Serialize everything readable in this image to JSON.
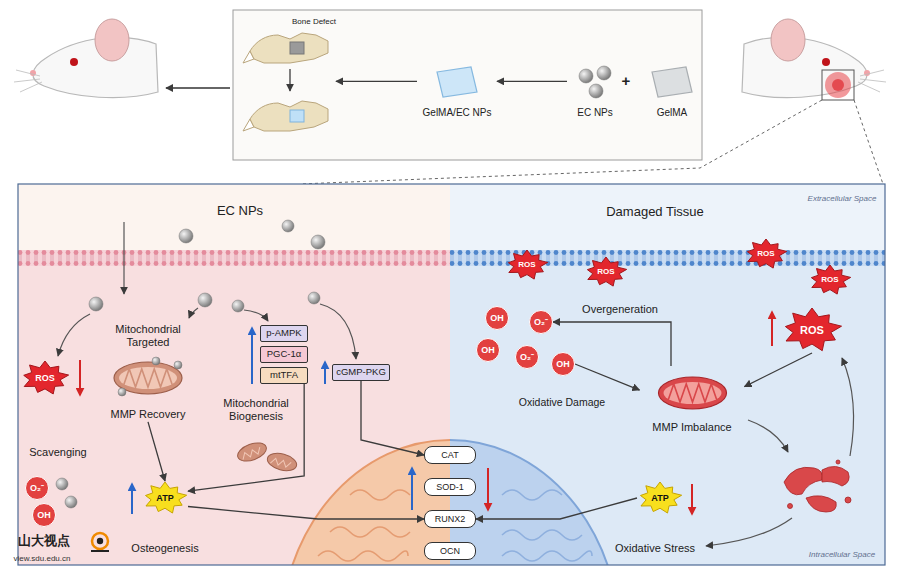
{
  "diagram": {
    "nodes": [
      {
        "text": [
          "GelMA"
        ]
      },
      {
        "text": [
          "EC NPs"
        ]
      },
      {
        "text": [
          "GelMA/EC NPs"
        ]
      },
      {
        "text": [
          "Bone Defect"
        ]
      },
      {
        "text": [
          "ROS"
        ]
      },
      {
        "text": [
          "O₂⁻"
        ]
      },
      {
        "text": [
          "OH"
        ]
      },
      {
        "text": [
          "Mitochondrial Targeted",
          "MMP Recovery"
        ]
      },
      {
        "text": [
          "ATP"
        ]
      },
      {
        "text": [
          "p-AMPK"
        ]
      },
      {
        "text": [
          "PGC-1α"
        ]
      },
      {
        "text": [
          "mtTFA"
        ]
      },
      {
        "text": [
          "cGMP-PKG"
        ]
      },
      {
        "text": [
          "CAT"
        ]
      },
      {
        "text": [
          "SOD-1"
        ]
      },
      {
        "text": [
          "RUNX2"
        ]
      },
      {
        "text": [
          "OCN"
        ]
      },
      {
        "text": [
          "ROS"
        ]
      },
      {
        "text": [
          "ROS"
        ]
      },
      {
        "text": [
          "ROS"
        ]
      },
      {
        "text": [
          "ROS"
        ]
      },
      {
        "text": [
          "ROS"
        ]
      },
      {
        "text": [
          "OH"
        ]
      },
      {
        "text": [
          "O₂⁻"
        ]
      },
      {
        "text": [
          "OH"
        ]
      },
      {
        "text": [
          "O₂⁻"
        ]
      },
      {
        "text": [
          "OH"
        ]
      },
      {
        "text": [
          "MMP Imbalance"
        ]
      },
      {
        "text": [
          "ATP"
        ]
      }
    ],
    "edges": [
      {
        "from": 1,
        "to": 2,
        "arrow": "to"
      },
      {
        "from": 2,
        "to": 3,
        "arrow": "to"
      },
      {
        "from": 7,
        "to": 8,
        "arrow": "to"
      },
      {
        "from": 11,
        "to": 8,
        "arrow": "to"
      },
      {
        "from": 12,
        "to": 13,
        "arrow": "to"
      },
      {
        "from": 8,
        "to": 15,
        "arrow": "to"
      },
      {
        "from": 17,
        "to": 27,
        "arrow": "to"
      },
      {
        "from": 27,
        "to": 23,
        "arrow": "to",
        "label": "Overgeneration"
      },
      {
        "from": 26,
        "to": 27,
        "arrow": "to",
        "label": "Oxidative Damage"
      },
      {
        "from": 28,
        "to": 15,
        "arrow": "to"
      }
    ],
    "labels": [
      "+",
      "Extracellular Space",
      "Intracellular Space",
      "EC NPs",
      "Damaged Tissue",
      "Mitochondrial Biogenesis",
      "Scavenging",
      "Osteogenesis",
      "Oxidative Stress",
      "山大视点",
      "view.sdu.edu.cn"
    ]
  }
}
